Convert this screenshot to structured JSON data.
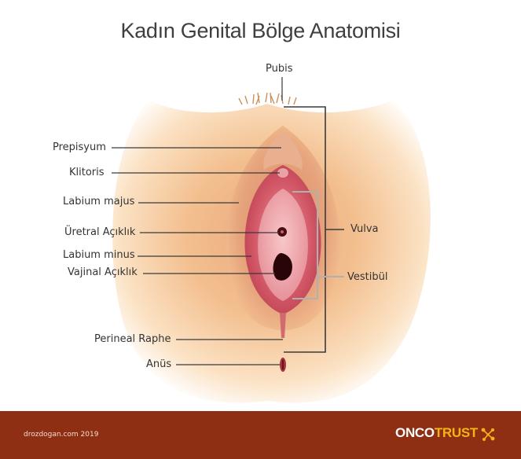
{
  "title": "Kadın Genital Bölge Anatomisi",
  "labels": {
    "pubis": "Pubis",
    "prepisyum": "Prepisyum",
    "klitoris": "Klitoris",
    "labium_majus": "Labium majus",
    "uretral": "Üretral Açıklık",
    "labium_minus": "Labium minus",
    "vajinal": "Vajinal Açıklık",
    "perineal": "Perineal Raphe",
    "anus": "Anüs",
    "vulva": "Vulva",
    "vestibul": "Vestibül"
  },
  "footer": {
    "credit": "drozdogan.com 2019",
    "brand_part1": "ONCO",
    "brand_part2": "TRUST",
    "brand_icon": "molecule-icon",
    "background": "#8e2e12",
    "accent": "#f6b21a"
  },
  "colors": {
    "skin": "#f4c493",
    "tissue": "#c4485a",
    "line": "#3a3a3a",
    "bracket_light": "#b0b0b0"
  }
}
